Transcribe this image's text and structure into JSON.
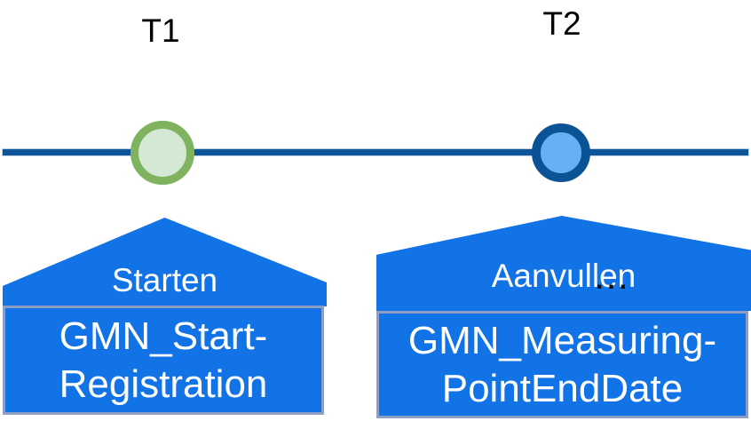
{
  "colors": {
    "shape_fill": "#1273e6",
    "box_border": "#8d9dc3",
    "text_on_shape": "#ffffff",
    "timepoint_text": "#000000",
    "ellipsis_color": "#111111"
  },
  "timeline": {
    "line_color": "#0d5499",
    "markers": [
      {
        "label": "T1",
        "fill": "#d5e8d4",
        "stroke": "#7fb35e"
      },
      {
        "label": "T2",
        "fill": "#66b1f6",
        "stroke": "#0b5394"
      }
    ]
  },
  "events": [
    {
      "phase_label": "Starten",
      "box_text": "GMN_Start-\nRegistration"
    },
    {
      "phase_label": "Aanvullen",
      "box_text": "GMN_Measuring-\nPointEndDate",
      "overflow_indicator": "..."
    }
  ]
}
